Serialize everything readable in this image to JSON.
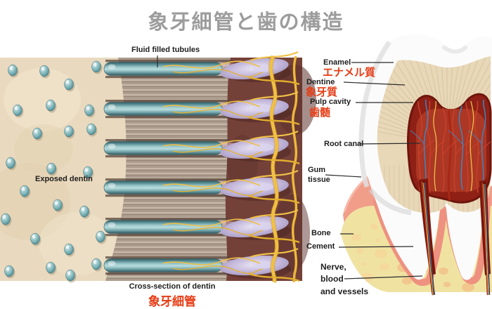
{
  "title": {
    "text": "象牙細管と歯の構造"
  },
  "colors": {
    "title_gray": "#9c9c9c",
    "label_black": "#1e1e1e",
    "label_red": "#e63c15",
    "tubule_teal": "#6ea9ae",
    "dentin_beige": "#e9dabf",
    "tubule_background_maroon": "#744139",
    "pulp_maroon": "#8e2016",
    "nerve_yellow": "#f1c043",
    "gum_pink": "#f09d8a",
    "bone_yellow": "#f0e3a2"
  },
  "left_illustration": {
    "name": "dentinal-tubules-cross-section",
    "top_label": "Fluid filled tubules",
    "surface_label": "Exposed dentin",
    "caption_en": "Cross-section of dentin",
    "caption_ja": "象牙細管"
  },
  "right_illustration": {
    "name": "tooth-structure",
    "labels": {
      "enamel_en": "Enamel",
      "enamel_ja": "エナメル質",
      "dentine_en": "Dentine",
      "dentine_ja": "象牙質",
      "pulp_en": "Pulp cavity",
      "pulp_ja": "歯髄",
      "root_canal": "Root canal",
      "gum_line1": "Gum",
      "gum_line2": "tissue",
      "bone": "Bone",
      "cement": "Cement",
      "nerve_line1": "Nerve,",
      "nerve_line2": "blood",
      "nerve_line3": "and vessels"
    }
  }
}
